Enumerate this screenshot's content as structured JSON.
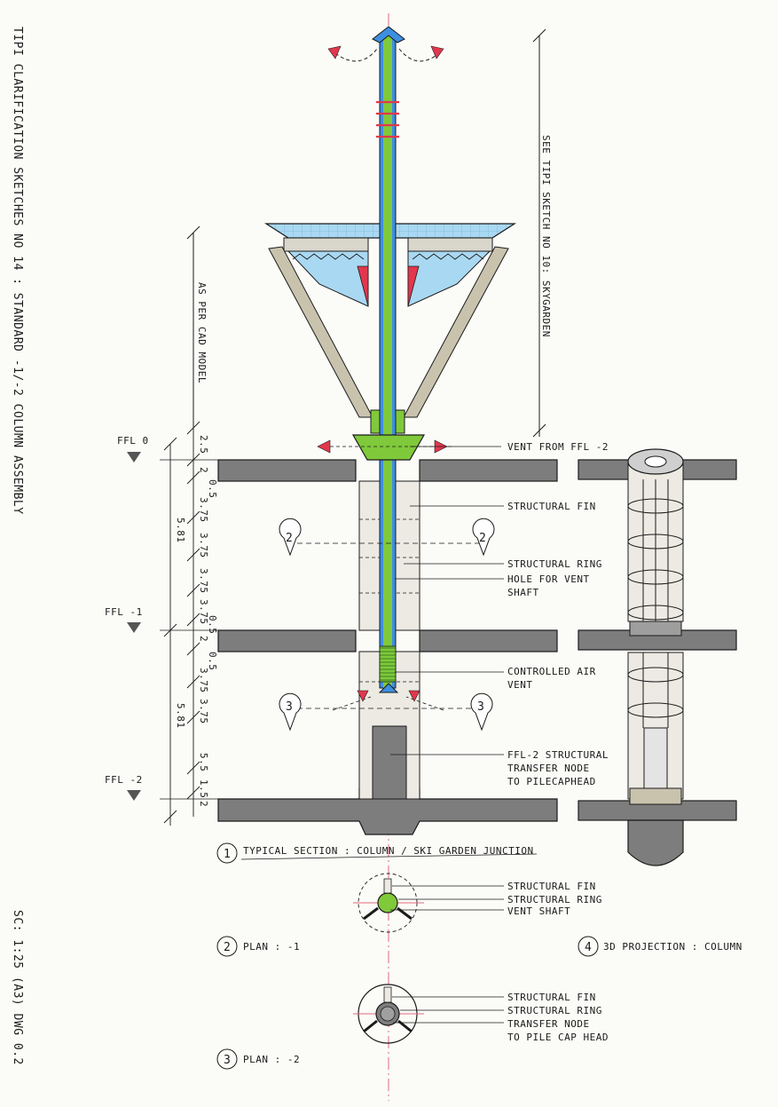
{
  "sheet": {
    "title": "TIPI CLARIFICATION SKETCHES NO 14 : STANDARD -1/-2 COLUMN ASSEMBLY",
    "scale_note": "SC: 1:25 (A3) DWG 0.2",
    "see_note": "SEE TIPI SKETCH NO 10: SKYGARDEN",
    "cad_note": "AS PER CAD MODEL"
  },
  "levels": [
    {
      "label": "FFL 0"
    },
    {
      "label": "FFL -1"
    },
    {
      "label": "FFL -2"
    }
  ],
  "dimensions": {
    "overall_upper": "5.81",
    "overall_lower": "5.81",
    "upper_stack": [
      "2.5",
      "2",
      "0.5",
      "3.75",
      "3.75",
      "3.75",
      "3.75",
      "0.5"
    ],
    "lower_stack": [
      "2",
      "0.5",
      "3.75",
      "3.75",
      "5.5",
      "1.5",
      "2"
    ]
  },
  "callouts": [
    {
      "text": "VENT FROM FFL -2"
    },
    {
      "text": "STRUCTURAL FIN"
    },
    {
      "text": "STRUCTURAL RING"
    },
    {
      "text": "HOLE FOR VENT"
    },
    {
      "text": "SHAFT"
    },
    {
      "text": "CONTROLLED AIR"
    },
    {
      "text": "VENT"
    },
    {
      "text": "FFL-2 STRUCTURAL"
    },
    {
      "text": "TRANSFER NODE"
    },
    {
      "text": "TO PILECAPHEAD"
    }
  ],
  "section_marks": [
    "2",
    "2",
    "3",
    "3"
  ],
  "views": [
    {
      "num": "1",
      "title": "TYPICAL SECTION : COLUMN / SKI GARDEN JUNCTION"
    },
    {
      "num": "2",
      "title": "PLAN : -1"
    },
    {
      "num": "3",
      "title": "PLAN : -2"
    },
    {
      "num": "4",
      "title": "3D PROJECTION : COLUMN"
    }
  ],
  "plan1_labels": [
    "STRUCTURAL FIN",
    "STRUCTURAL RING",
    "VENT SHAFT"
  ],
  "plan2_labels": [
    "STRUCTURAL FIN",
    "STRUCTURAL RING",
    "TRANSFER NODE",
    "TO PILE CAP HEAD"
  ],
  "colors": {
    "ink": "#1b1b1b",
    "slab": "#7d7d7d",
    "shaft_green": "#7fc93a",
    "shaft_blue": "#3d8fe0",
    "glass_blue": "#a9d8f2",
    "beige": "#c9c3ae",
    "accent_red": "#e2374d",
    "gridline_red": "#e06a7a"
  }
}
